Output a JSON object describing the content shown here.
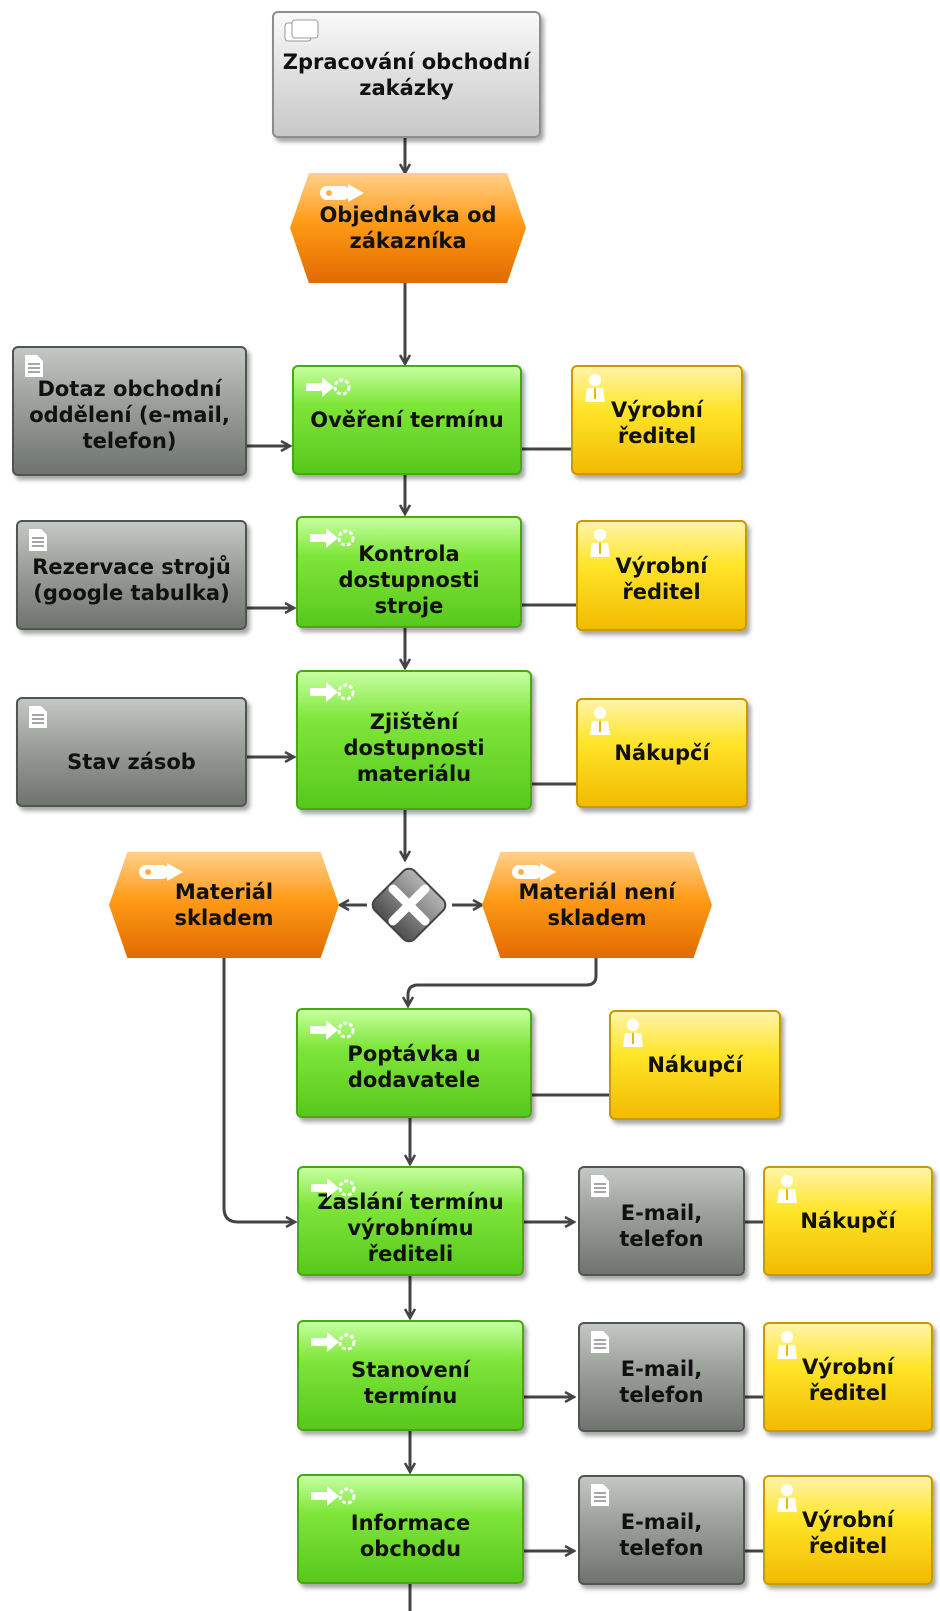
{
  "top": {
    "title": "Zpracování obchodní\nzakázky"
  },
  "events": {
    "e1": "Objednávka od\nzákazníka",
    "e_stock": "Materiál\nskladem",
    "e_nostock": "Materiál není\nskladem"
  },
  "processes": {
    "p1": "Ověření termínu",
    "p2": "Kontrola\ndostupnosti stroje",
    "p3": "Zjištění\ndostupnosti\nmateriálu",
    "p4": "Poptávka u\ndodavatele",
    "p5": "Zaslání termínu\nvýrobnímu řediteli",
    "p6": "Stanovení termínu",
    "p7": "Informace\nobchodu"
  },
  "infos": {
    "i1": "Dotaz obchodní\noddělení (e-mail,\ntelefon)",
    "i2": "Rezervace strojů\n(google tabulka)",
    "i3": "Stav zásob",
    "i5": "E-mail,\ntelefon",
    "i6": "E-mail,\ntelefon",
    "i7": "E-mail,\ntelefon"
  },
  "roles": {
    "r1": "Výrobní\nředitel",
    "r2": "Výrobní\nředitel",
    "r3": "Nákupčí",
    "r4": "Nákupčí",
    "r5": "Nákupčí",
    "r6": "Výrobní\nředitel",
    "r7": "Výrobní\nředitel"
  },
  "colors": {
    "process": "#6fd82a",
    "event": "#ff9b16",
    "role": "#ffe52a",
    "info": "#8a8f8a",
    "connector": "#444444"
  }
}
